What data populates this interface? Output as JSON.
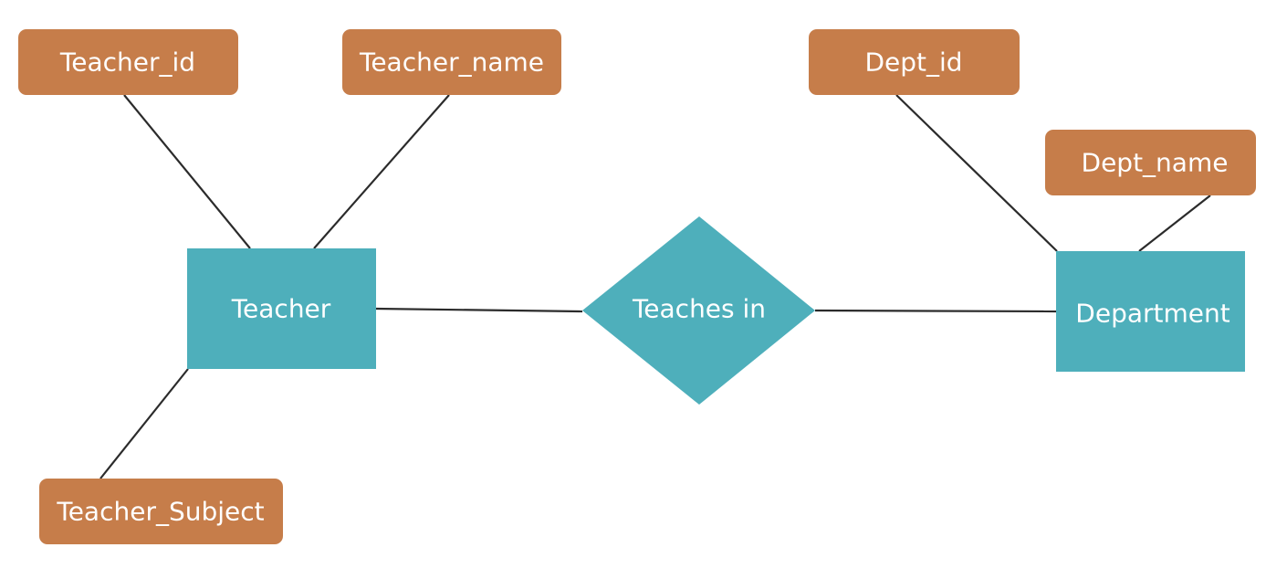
{
  "colors": {
    "attribute": "#c67d4a",
    "entity": "#4eafbb",
    "relationship": "#4eafbb",
    "line": "#2b2b2b",
    "text": "#ffffff"
  },
  "entities": {
    "teacher": "Teacher",
    "department": "Department"
  },
  "relationship": {
    "teaches_in": "Teaches in"
  },
  "attributes": {
    "teacher_id": "Teacher_id",
    "teacher_name": "Teacher_name",
    "teacher_subject": "Teacher_Subject",
    "dept_id": "Dept_id",
    "dept_name": "Dept_name"
  }
}
